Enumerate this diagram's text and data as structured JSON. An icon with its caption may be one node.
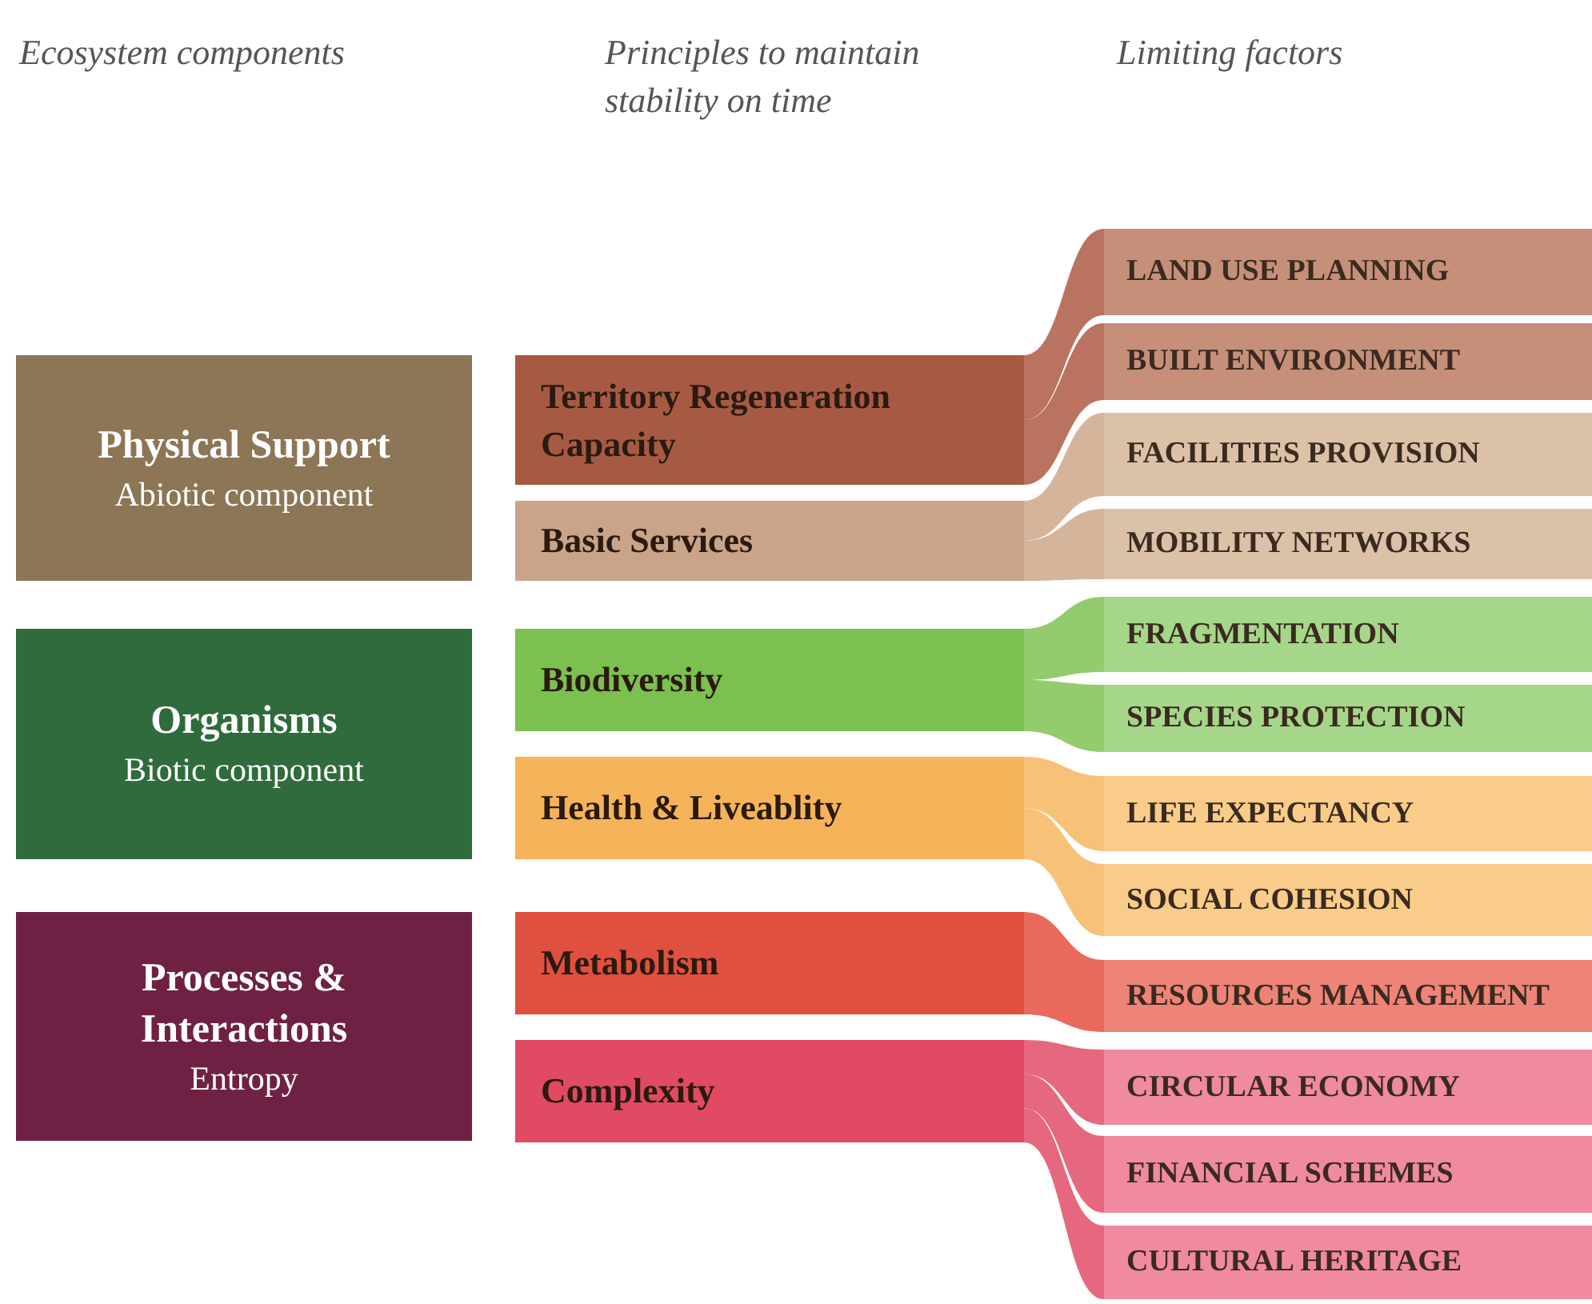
{
  "diagram": {
    "nodes": [
      {
        "text": [
          "Physical Support",
          "Abiotic component"
        ]
      },
      {
        "text": [
          "Organisms",
          "Biotic component"
        ]
      },
      {
        "text": [
          "Processes & Interactions",
          "Entropy"
        ]
      },
      {
        "text": [
          "Territory Regeneration Capacity"
        ]
      },
      {
        "text": [
          "Basic Services"
        ]
      },
      {
        "text": [
          "Biodiversity"
        ]
      },
      {
        "text": [
          "Health & Liveablity"
        ]
      },
      {
        "text": [
          "Metabolism"
        ]
      },
      {
        "text": [
          "Complexity"
        ]
      },
      {
        "text": [
          "LAND USE PLANNING"
        ]
      },
      {
        "text": [
          "BUILT ENVIRONMENT"
        ]
      },
      {
        "text": [
          "FACILITIES PROVISION"
        ]
      },
      {
        "text": [
          "MOBILITY NETWORKS"
        ]
      },
      {
        "text": [
          "FRAGMENTATION"
        ]
      },
      {
        "text": [
          "SPECIES PROTECTION"
        ]
      },
      {
        "text": [
          "LIFE EXPECTANCY"
        ]
      },
      {
        "text": [
          "SOCIAL COHESION"
        ]
      },
      {
        "text": [
          "RESOURCES MANAGEMENT"
        ]
      },
      {
        "text": [
          "CIRCULAR ECONOMY"
        ]
      },
      {
        "text": [
          "FINANCIAL SCHEMES"
        ]
      },
      {
        "text": [
          "CULTURAL HERITAGE"
        ]
      }
    ],
    "edges": [
      {
        "from": 3,
        "to": 9,
        "arrow": "none",
        "color": "#b9735f"
      },
      {
        "from": 3,
        "to": 10,
        "arrow": "none",
        "color": "#b9735f"
      },
      {
        "from": 4,
        "to": 11,
        "arrow": "none",
        "color": "#d4b59c"
      },
      {
        "from": 4,
        "to": 12,
        "arrow": "none",
        "color": "#d4b59c"
      },
      {
        "from": 5,
        "to": 13,
        "arrow": "none",
        "color": "#93cc6c"
      },
      {
        "from": 5,
        "to": 14,
        "arrow": "none",
        "color": "#93cc6c"
      },
      {
        "from": 6,
        "to": 15,
        "arrow": "none",
        "color": "#f7c277"
      },
      {
        "from": 6,
        "to": 16,
        "arrow": "none",
        "color": "#f7c277"
      },
      {
        "from": 7,
        "to": 17,
        "arrow": "none",
        "color": "#e96a5c"
      },
      {
        "from": 8,
        "to": 18,
        "arrow": "none",
        "color": "#e6687e"
      },
      {
        "from": 8,
        "to": 19,
        "arrow": "none",
        "color": "#e6687e"
      },
      {
        "from": 8,
        "to": 20,
        "arrow": "none",
        "color": "#e6687e"
      }
    ],
    "labels": [
      "Ecosystem components",
      "Principles to maintain stability on time",
      "Limiting factors"
    ]
  }
}
